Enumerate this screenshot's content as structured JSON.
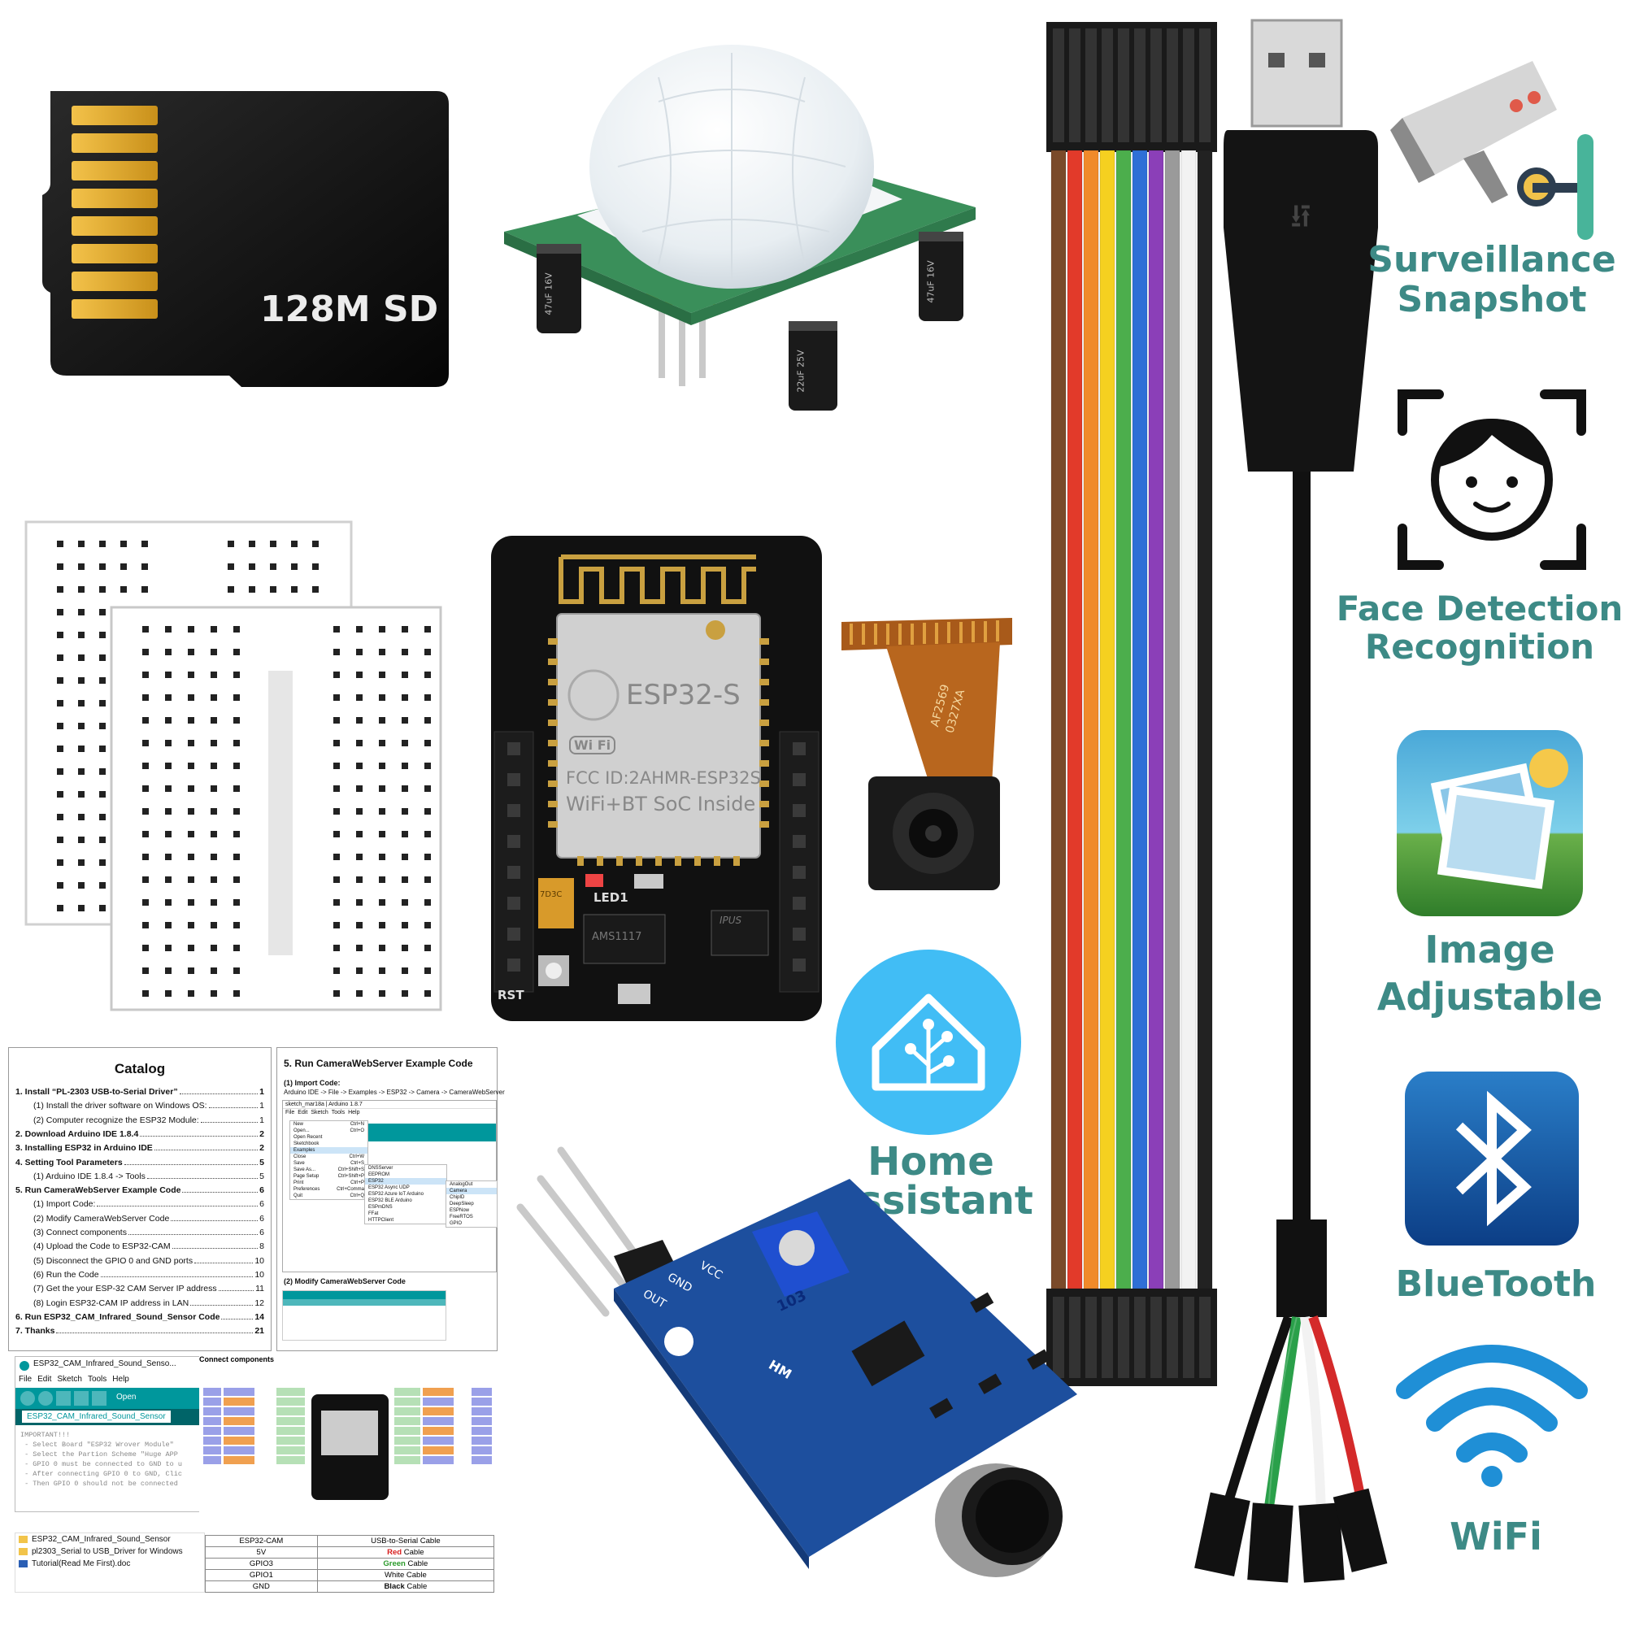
{
  "sd_card": {
    "label": "128M SD"
  },
  "esp32_module": {
    "shield_name": "ESP32-S",
    "fcc_id": "FCC ID:2AHMR-ESP32S",
    "soc_text": "WiFi+BT SoC Inside",
    "wifi_mark": "Wi Fi",
    "led_label": "LED1",
    "reset_label": "RST",
    "regulator_text": "AMS1117",
    "psram_text": "IPUS",
    "cap_text": "7D3C"
  },
  "camera_module": {
    "ribbon_text_1": "AF2569",
    "ribbon_text_2": "0327XA"
  },
  "pir_sensor": {
    "cap_left": "47uF 16V",
    "cap_right": "47uF 16V",
    "cap_front": "22uF 25V"
  },
  "sound_sensor": {
    "pot_text": "103",
    "vcc": "VCC",
    "gnd": "GND",
    "out": "OUT",
    "hm": "HM"
  },
  "features": [
    {
      "id": "surveillance",
      "line1": "Surveillance",
      "line2": "Snapshot",
      "icon": "cctv-camera-icon"
    },
    {
      "id": "face",
      "line1": "Face Detection",
      "line2": "Recognition",
      "icon": "face-scan-icon"
    },
    {
      "id": "image",
      "line1": "Image",
      "line2": "Adjustable",
      "icon": "photo-gallery-icon"
    },
    {
      "id": "bluetooth",
      "line1": "BlueTooth",
      "line2": "",
      "icon": "bluetooth-icon"
    },
    {
      "id": "wifi",
      "line1": "WiFi",
      "line2": "",
      "icon": "wifi-icon"
    }
  ],
  "home_assistant": {
    "line1": "Home",
    "line2": "Assistant",
    "icon": "home-assistant-icon"
  },
  "colors": {
    "feature_text": "#3d8a86",
    "home_assistant_blue": "#41bdf5",
    "sensor_pcb_blue": "#1d4f9e",
    "pir_pcb_green": "#3a8f5a",
    "ribbon_colors": [
      "#7a4a2a",
      "#e23a2a",
      "#f08a2a",
      "#f5d020",
      "#4cae4c",
      "#2f6fd6",
      "#8b3fb8",
      "#9a9a9a",
      "#f2f2f2",
      "#222222"
    ]
  },
  "catalog": {
    "title": "Catalog",
    "items": [
      {
        "text": "1. Install “PL-2303 USB-to-Serial Driver”",
        "page": "1",
        "bold": true
      },
      {
        "text": "(1) Install the driver software on Windows OS:",
        "page": "1",
        "bold": false
      },
      {
        "text": "(2) Computer recognize the ESP32 Module:",
        "page": "1",
        "bold": false
      },
      {
        "text": "2. Download Arduino IDE 1.8.4",
        "page": "2",
        "bold": true
      },
      {
        "text": "3. Installing ESP32 in Arduino IDE",
        "page": "2",
        "bold": true
      },
      {
        "text": "4. Setting Tool Parameters",
        "page": "5",
        "bold": true
      },
      {
        "text": "(1) Arduino IDE 1.8.4 -> Tools",
        "page": "5",
        "bold": false
      },
      {
        "text": "5. Run CameraWebServer Example Code",
        "page": "6",
        "bold": true
      },
      {
        "text": "(1) Import Code:",
        "page": "6",
        "bold": false
      },
      {
        "text": "(2) Modify CameraWebServer Code",
        "page": "6",
        "bold": false
      },
      {
        "text": "(3) Connect components",
        "page": "6",
        "bold": false
      },
      {
        "text": "(4) Upload the Code to ESP32-CAM",
        "page": "8",
        "bold": false
      },
      {
        "text": "(5) Disconnect the GPIO 0 and GND ports",
        "page": "10",
        "bold": false
      },
      {
        "text": "(6) Run the Code",
        "page": "10",
        "bold": false
      },
      {
        "text": "(7) Get the your ESP-32 CAM Server IP address",
        "page": "11",
        "bold": false
      },
      {
        "text": "(8) Login ESP32-CAM IP address in LAN",
        "page": "12",
        "bold": false
      },
      {
        "text": "6. Run ESP32_CAM_Infrared_Sound_Sensor Code",
        "page": "14",
        "bold": true
      },
      {
        "text": "7. Thanks",
        "page": "21",
        "bold": true
      }
    ]
  },
  "tutorial_page": {
    "heading": "5.  Run CameraWebServer Example Code",
    "step1": "(1)  Import Code:",
    "step1_path": "Arduino IDE -> File -> Examples -> ESP32 -> Camera -> CameraWebServer",
    "ide_title": "sketch_mar18a | Arduino 1.8.7",
    "ide_menu": [
      "File",
      "Edit",
      "Sketch",
      "Tools",
      "Help"
    ],
    "file_menu": [
      "New",
      "Open...",
      "Open Recent",
      "Sketchbook",
      "Examples",
      "Close",
      "Save",
      "Save As...",
      "Page Setup",
      "Print",
      "Preferences",
      "Quit"
    ],
    "file_shortcuts": [
      "Ctrl+N",
      "Ctrl+O",
      "",
      "",
      "",
      "Ctrl+W",
      "Ctrl+S",
      "Ctrl+Shift+S",
      "Ctrl+Shift+P",
      "Ctrl+P",
      "Ctrl+Comma",
      "Ctrl+Q"
    ],
    "examples_menu": [
      "DNSServer",
      "EEPROM",
      "ESP32",
      "ESP32 Async UDP",
      "ESP32 Azure IoT Arduino",
      "ESP32 BLE Arduino",
      "ESPmDNS",
      "FFat",
      "HTTPClient"
    ],
    "esp32_menu": [
      "AnalogOut",
      "Camera",
      "ChipID",
      "DeepSleep",
      "ESPNow",
      "FreeRTOS",
      "GPIO"
    ],
    "step2": "(2)  Modify CameraWebServer Code"
  },
  "sketch_window": {
    "title": "ESP32_CAM_Infrared_Sound_Senso...",
    "menu": [
      "File",
      "Edit",
      "Sketch",
      "Tools",
      "Help"
    ],
    "open_label": "Open",
    "tab": "ESP32_CAM_Infrared_Sound_Sensor",
    "code_lines": [
      "IMPORTANT!!!",
      " - Select Board \"ESP32 Wrover Module\"",
      " - Select the Partion Scheme \"Huge APP",
      " - GPIO 0 must be connected to GND to u",
      " - After connecting GPIO 0 to GND, Clic",
      " - Then GPIO 0 should not be connected"
    ]
  },
  "connect_components": {
    "label": "Connect components"
  },
  "files": [
    "ESP32_CAM_Infrared_Sound_Sensor",
    "pl2303_Serial to USB_Driver for Windows",
    "Tutorial(Read Me First).doc"
  ],
  "wiring_table": {
    "headers": [
      "ESP32-CAM",
      "USB-to-Serial Cable"
    ],
    "rows": [
      {
        "pin": "5V",
        "color_word": "Red",
        "rest": " Cable"
      },
      {
        "pin": "GPIO3",
        "color_word": "Green",
        "rest": " Cable"
      },
      {
        "pin": "GPIO1",
        "color_word": "",
        "rest": "White Cable"
      },
      {
        "pin": "GND",
        "color_word": "Black",
        "rest": " Cable"
      }
    ]
  }
}
